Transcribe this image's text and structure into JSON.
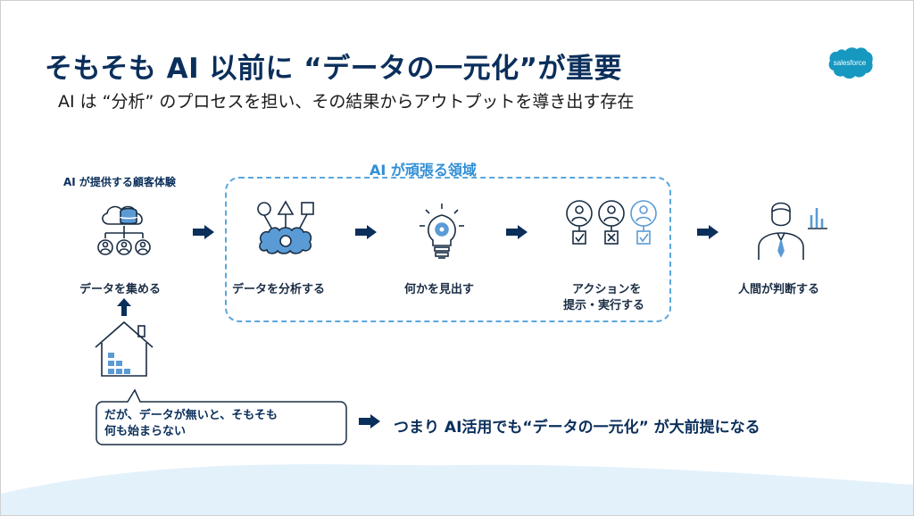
{
  "slide": {
    "title": "そもそも AI 以前に “データの一元化”が重要",
    "subtitle": "AI は “分析” のプロセスを担い、その結果からアウトプットを導き出す存在",
    "logo_text": "salesforce",
    "experience_label": "AI が提供する顧客体験",
    "ai_area_label": "AI が頑張る領域",
    "steps": [
      {
        "label": "データを集める",
        "icon": "database-users-icon"
      },
      {
        "label": "データを分析する",
        "icon": "brain-shapes-icon"
      },
      {
        "label": "何かを見出す",
        "icon": "lightbulb-gear-icon"
      },
      {
        "label_line1": "アクションを",
        "label_line2": "提示・実行する",
        "icon": "people-checklist-icon"
      },
      {
        "label": "人間が判断する",
        "icon": "person-chart-icon"
      }
    ],
    "house_icon": "house-icon",
    "bubble_line1": "だが、データが無いと、そもそも",
    "bubble_line2": "何も始まらない",
    "conclusion": "つまり AI活用でも“データの一元化” が大前提になる"
  },
  "colors": {
    "navy": "#0b2f5b",
    "accent_blue": "#2f8fd6",
    "icon_blue": "#5b9bd5",
    "wave": "#e3f1fb"
  }
}
